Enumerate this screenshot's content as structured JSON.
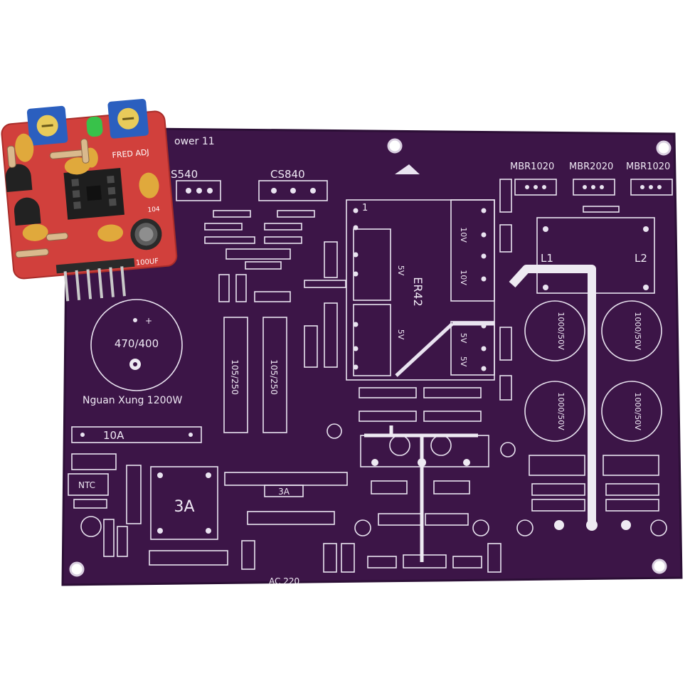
{
  "board": {
    "title_fragment": "ower 11",
    "name": "Nguan Xung 1200W",
    "ac_label": "AC 220",
    "transformer": "ER42",
    "fuse_main": "10A",
    "fuse_small": "3A",
    "fuse_small_box": "3A",
    "cap_bulk": "470/400",
    "ntc": "NTC",
    "inductors": [
      "L1",
      "L2"
    ],
    "diodes": [
      "CS840",
      "MBR1020",
      "MBR2020",
      "MBR1020"
    ],
    "diode_partial": "S540",
    "film_caps": [
      "105/250",
      "105/250"
    ],
    "output_caps": [
      "1000/50V",
      "1000/50V",
      "1000/50V",
      "1000/50V"
    ],
    "winding_labels": [
      "10V",
      "10V",
      "5V",
      "5V",
      "5V",
      "5V",
      "1"
    ]
  },
  "daughter_board": {
    "label_adj": "FRED ADJ",
    "cap_label": "100UF",
    "ic_pin_label": "104"
  },
  "colors": {
    "pcb": "#3c1547",
    "pcb_edge": "#2c0f36",
    "silkscreen": "#e9e3f0",
    "daughter_pcb": "#d1403c",
    "trimmer_blue": "#2b5fbf",
    "led_green": "#38c24a",
    "cap_yellow": "#e0a93c",
    "header_silver": "#c9c9c9"
  }
}
